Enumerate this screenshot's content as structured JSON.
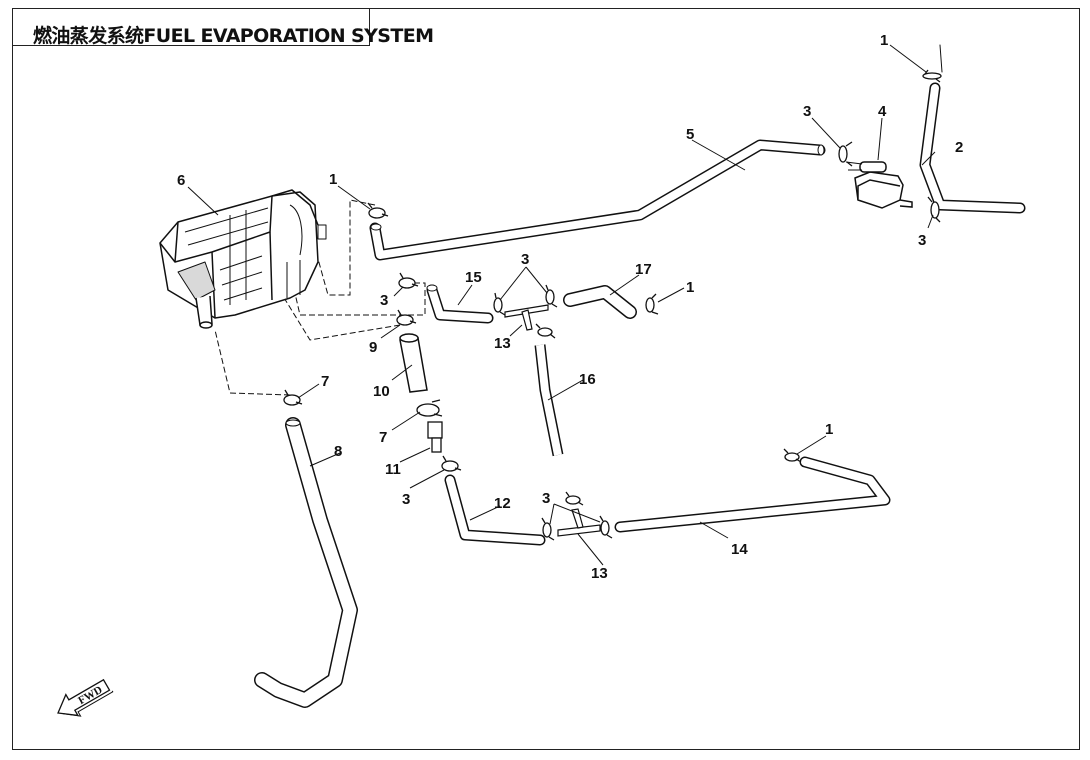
{
  "title": "燃油蒸发系统FUEL EVAPORATION SYSTEM",
  "fwd_label": "FWD",
  "callouts": [
    "1",
    "1",
    "1",
    "1",
    "2",
    "3",
    "3",
    "3",
    "3",
    "3",
    "3",
    "3",
    "4",
    "5",
    "6",
    "7",
    "7",
    "8",
    "9",
    "10",
    "11",
    "12",
    "13",
    "13",
    "14",
    "15",
    "16",
    "17"
  ],
  "colors": {
    "line": "#111111",
    "part_fill": "#ffffff",
    "shade": "#bdbdbd"
  },
  "icons": [
    "fwd-arrow-icon"
  ]
}
